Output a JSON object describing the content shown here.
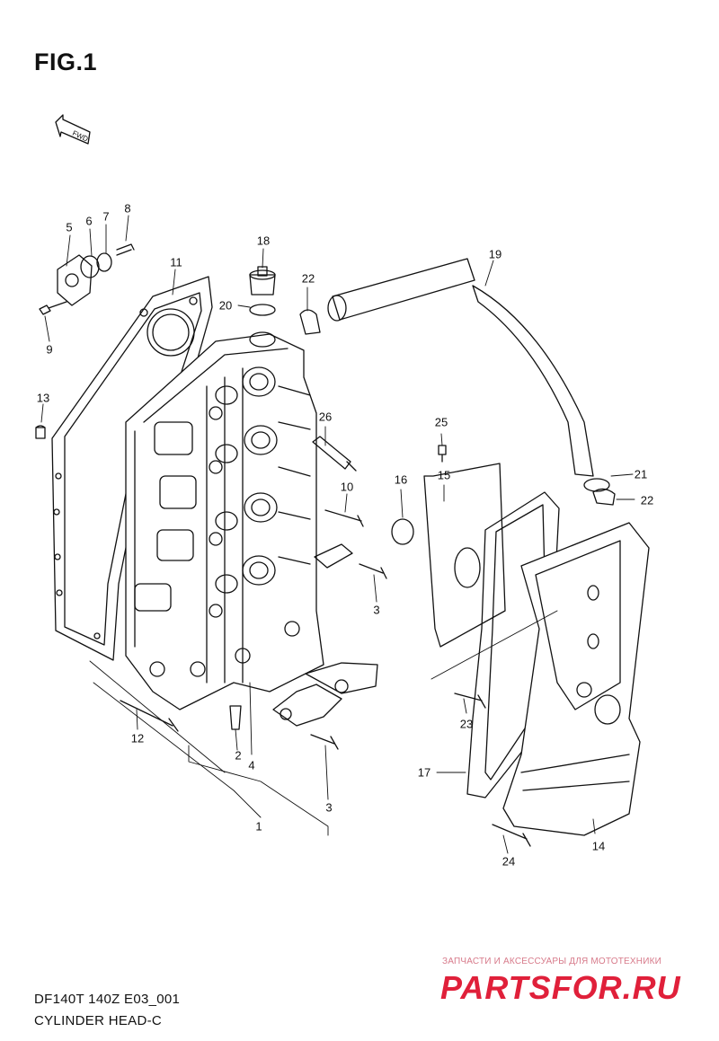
{
  "figure": {
    "title": "FIG.1",
    "fwd_label": "FWD"
  },
  "parts": [
    {
      "number": "1"
    },
    {
      "number": "2"
    },
    {
      "number": "3"
    },
    {
      "number": "3"
    },
    {
      "number": "4"
    },
    {
      "number": "5"
    },
    {
      "number": "6"
    },
    {
      "number": "7"
    },
    {
      "number": "8"
    },
    {
      "number": "9"
    },
    {
      "number": "10"
    },
    {
      "number": "11"
    },
    {
      "number": "12"
    },
    {
      "number": "13"
    },
    {
      "number": "14"
    },
    {
      "number": "15"
    },
    {
      "number": "16"
    },
    {
      "number": "17"
    },
    {
      "number": "18"
    },
    {
      "number": "19"
    },
    {
      "number": "20"
    },
    {
      "number": "21"
    },
    {
      "number": "22"
    },
    {
      "number": "22"
    },
    {
      "number": "23"
    },
    {
      "number": "24"
    },
    {
      "number": "25"
    },
    {
      "number": "26"
    }
  ],
  "footer": {
    "code": "DF140T 140Z E03_001",
    "caption": "CYLINDER HEAD-C"
  },
  "watermark": {
    "tagline": "ЗАПЧАСТИ И АКСЕССУАРЫ ДЛЯ МОТОТЕХНИКИ",
    "logo_text": "PARTSFOR.RU",
    "color": "#e0203a"
  }
}
